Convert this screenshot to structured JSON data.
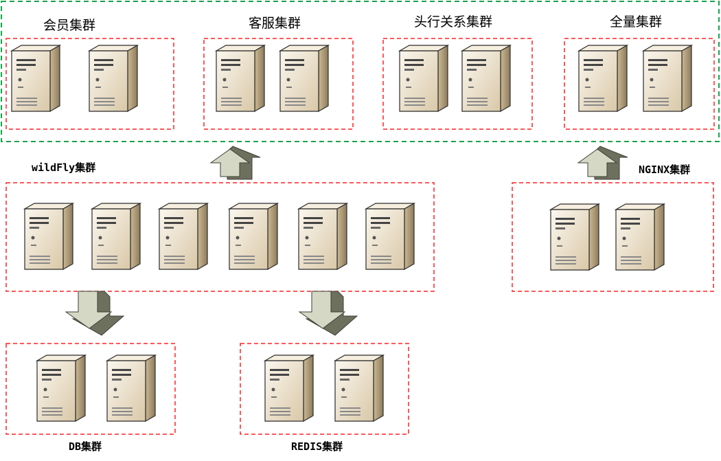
{
  "top_group": {
    "clusters": [
      {
        "label": "会员集群",
        "server_count": 2
      },
      {
        "label": "客服集群",
        "server_count": 2
      },
      {
        "label": "头行关系集群",
        "server_count": 2
      },
      {
        "label": "全量集群",
        "server_count": 2
      }
    ]
  },
  "middle": {
    "wildfly": {
      "label": "wildFly集群",
      "server_count": 6
    },
    "nginx": {
      "label": "NGINX集群",
      "server_count": 2
    }
  },
  "bottom": {
    "db": {
      "label": "DB集群",
      "server_count": 2
    },
    "redis": {
      "label": "REDIS集群",
      "server_count": 2
    }
  },
  "colors": {
    "outer_group_border": "#17a34a",
    "cluster_border": "#ff2020",
    "arrow_fill": "#d5d8c4",
    "arrow_shade": "#6e705e",
    "server_front": "#efe5cf",
    "server_side": "#b9a685",
    "server_top": "#f8f2e4"
  }
}
